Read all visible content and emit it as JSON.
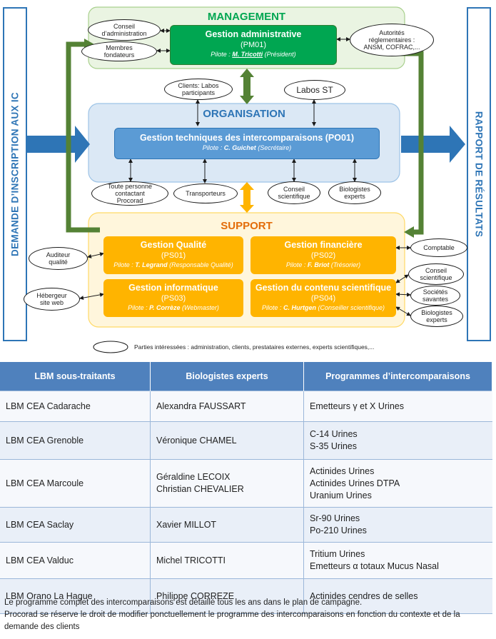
{
  "diagram": {
    "left_bar": "DEMANDE D’INSCRIPTION AUX IC",
    "right_bar": "RAPPORT DE RÉSULTATS",
    "management": {
      "title": "MANAGEMENT",
      "process": {
        "title": "Gestion administrative",
        "code": "(PM01)",
        "pilot_prefix": "Pilote : ",
        "pilot_name": "M. Tricotti",
        "pilot_role": " (Président)"
      }
    },
    "organisation": {
      "title": "ORGANISATION",
      "process": {
        "title": "Gestion techniques des intercomparaisons (PO01)",
        "pilot_prefix": "Pilote : ",
        "pilot_name": "C. Guichet",
        "pilot_role": " (Secrétaire)"
      }
    },
    "support": {
      "title": "SUPPORT",
      "processes": [
        {
          "title": "Gestion Qualité",
          "code": "(PS01)",
          "pilot_prefix": "Pilote : ",
          "pilot_name": "T. Legrand",
          "pilot_role": " (Responsable Qualité)"
        },
        {
          "title": "Gestion financière",
          "code": "(PS02)",
          "pilot_prefix": "Pilote : ",
          "pilot_name": "F. Briot",
          "pilot_role": " (Trésorier)"
        },
        {
          "title": "Gestion informatique",
          "code": "(PS03)",
          "pilot_prefix": "Pilote : ",
          "pilot_name": "P. Corrèze",
          "pilot_role": " (Webmaster)"
        },
        {
          "title": "Gestion du contenu scientifique",
          "code": "(PS04)",
          "pilot_prefix": "Pilote : ",
          "pilot_name": "C. Hurtgen",
          "pilot_role": " (Conseiller scientifique)"
        }
      ]
    },
    "stakeholders": {
      "conseil_admin": "Conseil\nd’administration",
      "membres_fondateurs": "Membres\nfondateurs",
      "autorites": "Autorités\nréglementaires :\nANSM, COFRAC,...",
      "clients_labos": "Clients: Labos\nparticipants",
      "labos_st": "Labos ST",
      "toute_personne": "Toute personne\ncontactant\nProcorad",
      "transporteurs": "Transporteurs",
      "conseil_sci_org": "Conseil\nscientifique",
      "biologistes_org": "Biologistes\nexperts",
      "auditeur": "Auditeur\nqualité",
      "hebergeur": "Hébergeur\nsite web",
      "comptable": "Comptable",
      "conseil_sci_sup": "Conseil\nscientifique",
      "societes": "Sociétés\nsavantes",
      "biologistes_sup": "Biologistes\nexperts"
    },
    "legend": "Parties intéressées : administration, clients, prestataires externes, experts scientifiques,..."
  },
  "table": {
    "headers": [
      "LBM sous-traitants",
      "Biologistes experts",
      "Programmes d’intercomparaisons"
    ],
    "rows": [
      {
        "lab": "LBM CEA Cadarache",
        "experts": [
          "Alexandra FAUSSART"
        ],
        "programs": [
          "Emetteurs γ et X Urines"
        ]
      },
      {
        "lab": "LBM CEA Grenoble",
        "experts": [
          "Véronique CHAMEL"
        ],
        "programs": [
          "C-14 Urines",
          "S-35 Urines"
        ]
      },
      {
        "lab": "LBM CEA Marcoule",
        "experts": [
          "Géraldine LECOIX",
          "Christian CHEVALIER"
        ],
        "programs": [
          "Actinides Urines",
          "Actinides Urines DTPA",
          "Uranium Urines"
        ]
      },
      {
        "lab": "LBM CEA Saclay",
        "experts": [
          "Xavier MILLOT"
        ],
        "programs": [
          "Sr-90 Urines",
          "Po-210 Urines"
        ]
      },
      {
        "lab": "LBM CEA Valduc",
        "experts": [
          "Michel TRICOTTI"
        ],
        "programs": [
          "Tritium Urines",
          "Emetteurs α totaux Mucus Nasal"
        ]
      },
      {
        "lab": "LBM Orano La Hague",
        "experts": [
          "Philippe CORREZE"
        ],
        "programs": [
          "Actinides cendres de selles"
        ]
      }
    ]
  },
  "footnotes": [
    "Le programme complet des intercomparaisons est détaillé tous les ans dans le plan de campagne.",
    "Procorad se réserve le droit de modifier ponctuellement le programme des intercomparaisons en fonction du contexte et de la demande des clients"
  ],
  "colors": {
    "blue_accent": "#2e75b6",
    "management_green": "#00a651",
    "organisation_blue": "#5b9bd5",
    "support_orange": "#ffb400",
    "table_header": "#4f81bd"
  }
}
